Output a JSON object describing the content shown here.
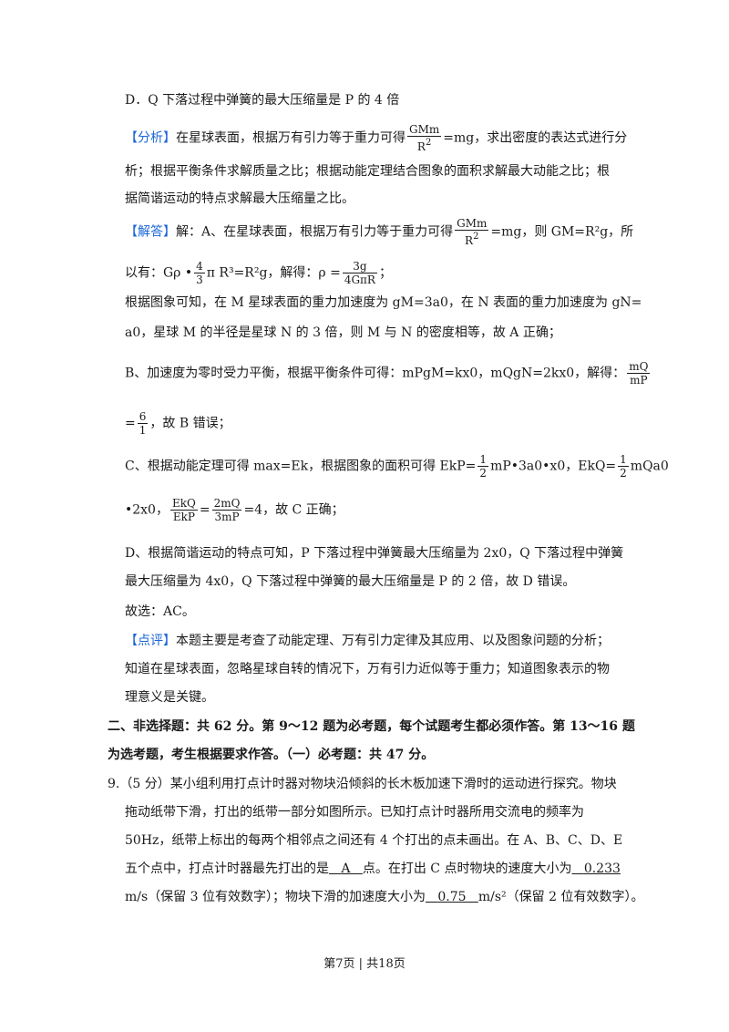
{
  "optionD": "D．Q 下落过程中弹簧的最大压缩量是 P 的 4 倍",
  "analysis": {
    "tag": "【分析】",
    "l1a": "在星球表面，根据万有引力等于重力可得",
    "f1num": "GMm",
    "f1den": "R",
    "f1tail": "=mg，求出密度的表达式进行分",
    "l2": "析；根据平衡条件求解质量之比；根据动能定理结合图象的面积求解最大动能之比；根",
    "l3": "据简谐运动的特点求解最大压缩量之比。"
  },
  "answer": {
    "tag": "【解答】",
    "l1a": "解：A、在星球表面，根据万有引力等于重力可得",
    "f1num": "GMm",
    "f1den": "R",
    "f1tail": "=mg，则 GM=R²g，所",
    "l2a": "以有：Gρ •",
    "f2num": "4",
    "f2den": "3",
    "l2b": "π R³=R²g，解得：ρ =",
    "f3num": "3g",
    "f3den": "4GπR",
    "l2c": "；",
    "l3": "根据图象可知，在 M 星球表面的重力加速度为 gM=3a0，在 N 表面的重力加速度为 gN=",
    "l4": "a0，星球 M 的半径是星球 N 的 3 倍，则 M 与 N 的密度相等，故 A 正确；",
    "l5a": "B、加速度为零时受力平衡，根据平衡条件可得：mPgM=kx0，mQgN=2kx0，解得：",
    "f4num": "mQ",
    "f4den": "mP",
    "l6a": "=",
    "f5num": "6",
    "f5den": "1",
    "l6b": "，故 B 错误；",
    "l7a": "C、根据动能定理可得 max=Ek，根据图象的面积可得 EkP=",
    "f6num": "1",
    "f6den": "2",
    "l7b": "mP•3a0•x0，EkQ=",
    "f7num": "1",
    "f7den": "2",
    "l7c": "mQa0",
    "l8a": "•2x0，",
    "f8num": "EkQ",
    "f8den": "EkP",
    "l8b": "=",
    "f9num": "2mQ",
    "f9den": "3mP",
    "l8c": "=4，故 C 正确；",
    "l9": "D、根据简谐运动的特点可知，P 下落过程中弹簧最大压缩量为 2x0，Q 下落过程中弹簧",
    "l10": "最大压缩量为 4x0，Q 下落过程中弹簧的最大压缩量是 P 的 2 倍，故 D 错误。",
    "l11": "故选：AC。"
  },
  "comment": {
    "tag": "【点评】",
    "l1": "本题主要是考查了动能定理、万有引力定律及其应用、以及图象问题的分析；",
    "l2": "知道在星球表面，忽略星球自转的情况下，万有引力近似等于重力；知道图象表示的物",
    "l3": "理意义是关键。"
  },
  "section": {
    "l1": "二、非选择题：共 62 分。第 9～12 题为必考题，每个试题考生都必须作答。第 13～16 题",
    "l2": "为选考题，考生根据要求作答。（一）必考题：共 47 分。"
  },
  "q9": {
    "l1": "9.（5 分）某小组利用打点计时器对物块沿倾斜的长木板加速下滑时的运动进行探究。物块",
    "l2": "拖动纸带下滑，打出的纸带一部分如图所示。已知打点计时器所用交流电的频率为",
    "l3": "50Hz，纸带上标出的每两个相邻点之间还有 4 个打出的点未画出。在 A、B、C、D、E",
    "l4a": "五个点中，打点计时器最先打出的是",
    "ans1": "A",
    "l4b": "点。在打出 C 点时物块的速度大小为",
    "ans2": "0.233",
    "l5a": "m/s（保留 3 位有效数字）；物块下滑的加速度大小为",
    "ans3": "0.75",
    "l5b": "m/s²（保留 2 位有效数字）。"
  },
  "footer": "第7页 | 共18页"
}
